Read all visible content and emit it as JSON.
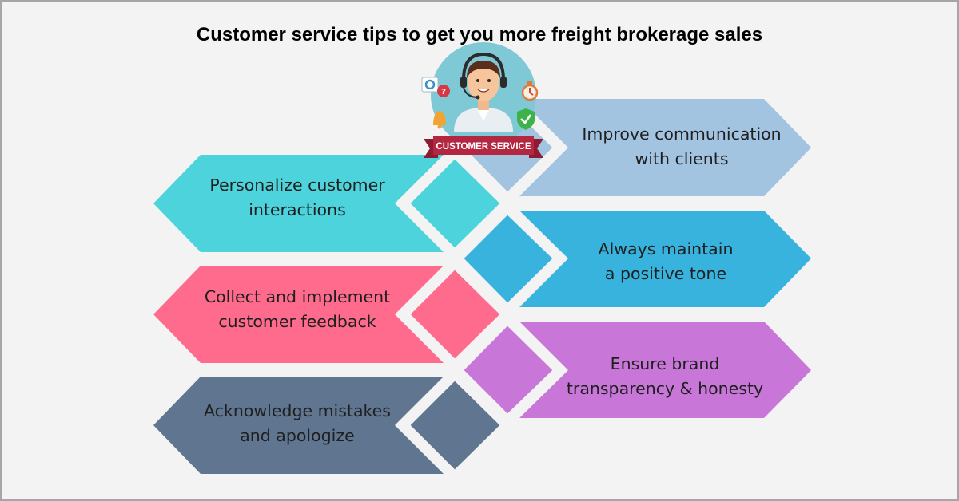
{
  "title": "Customer service tips to get you more freight brokerage sales",
  "badge": {
    "banner_text": "CUSTOMER SERVICE"
  },
  "colors": {
    "background": "#f3f3f3",
    "light_blue": "#a3c4e1",
    "teal": "#4dd3dc",
    "sky_blue": "#37b3dd",
    "pink": "#fe6b8c",
    "violet": "#c877d9",
    "slate": "#5f7590",
    "banner_red": "#b32741"
  },
  "tips": [
    {
      "id": "improve-communication",
      "side": "right",
      "color": "#a3c4e1",
      "lines": [
        "Improve communication",
        "with clients"
      ]
    },
    {
      "id": "personalize-interactions",
      "side": "left",
      "color": "#4dd3dc",
      "lines": [
        "Personalize customer",
        "interactions"
      ]
    },
    {
      "id": "positive-tone",
      "side": "right",
      "color": "#37b3dd",
      "lines": [
        "Always maintain",
        "a positive tone"
      ]
    },
    {
      "id": "collect-feedback",
      "side": "left",
      "color": "#fe6b8c",
      "lines": [
        "Collect and implement",
        "customer feedback"
      ]
    },
    {
      "id": "brand-transparency",
      "side": "right",
      "color": "#c877d9",
      "lines": [
        "Ensure brand",
        "transparency & honesty"
      ]
    },
    {
      "id": "acknowledge-mistakes",
      "side": "left",
      "color": "#5f7590",
      "lines": [
        "Acknowledge mistakes",
        "and apologize"
      ]
    }
  ]
}
